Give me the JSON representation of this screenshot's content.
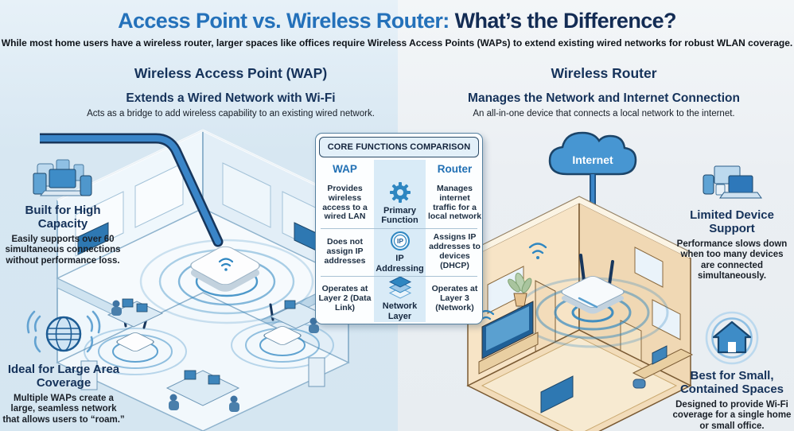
{
  "header": {
    "title_blue": "Access Point vs. Wireless Router:",
    "title_dark": " What’s the Difference?",
    "subtitle": "While most home users have a wireless router, larger spaces like offices require Wireless Access Points (WAPs) to extend existing wired networks for robust WLAN coverage."
  },
  "wap_side": {
    "heading": "Wireless Access Point (WAP)",
    "subheading": "Extends a Wired Network with Wi-Fi",
    "description": "Acts as a bridge to add wireless capability to an existing wired network.",
    "callouts": [
      {
        "icon": "devices-cluster-icon",
        "title": "Built for High Capacity",
        "body": "Easily supports over 60 simultaneous connections without performance loss."
      },
      {
        "icon": "globe-wifi-icon",
        "title": "Ideal for Large Area Coverage",
        "body": "Multiple WAPs create a large, seamless network that allows users to “roam.”"
      }
    ]
  },
  "router_side": {
    "heading": "Wireless Router",
    "subheading": "Manages the Network and Internet Connection",
    "description": "An all-in-one device that connects a local network to the internet.",
    "cloud_label": "Internet",
    "callouts": [
      {
        "icon": "limited-devices-icon",
        "title": "Limited Device Support",
        "body": "Performance slows down when too many devices are connected simultaneously."
      },
      {
        "icon": "home-wifi-icon",
        "title": "Best for Small, Contained Spaces",
        "body": "Designed to provide Wi-Fi coverage for a single home or small office."
      }
    ]
  },
  "comparison_table": {
    "title": "CORE FUNCTIONS COMPARISON",
    "columns": {
      "left": "WAP",
      "right": "Router"
    },
    "rows": [
      {
        "wap": "Provides wireless access to a wired LAN",
        "function_icon": "gear-icon",
        "function_label": "Primary Function",
        "router": "Manages internet traffic for a local network"
      },
      {
        "wap": "Does not assign IP addresses",
        "function_icon": "ip-badge-icon",
        "icon_text": "IP",
        "function_label": "IP Addressing",
        "router": "Assigns IP addresses to devices (DHCP)"
      },
      {
        "wap": "Operates at Layer 2 (Data Link)",
        "function_icon": "layers-icon",
        "function_label": "Network Layer",
        "router": "Operates at Layer 3 (Network)"
      }
    ]
  },
  "colors": {
    "title_blue": "#2471ba",
    "title_navy": "#132c54",
    "heading_navy": "#15325a",
    "accent_blue": "#2e86c1",
    "cable_blue": "#3a85c8",
    "left_background": "#d7e7f2",
    "right_background": "#e9eef2",
    "house_tan": "#f2dcba",
    "cloud_blue": "#4796d2",
    "table_mid_column": "#d9ebf7"
  }
}
